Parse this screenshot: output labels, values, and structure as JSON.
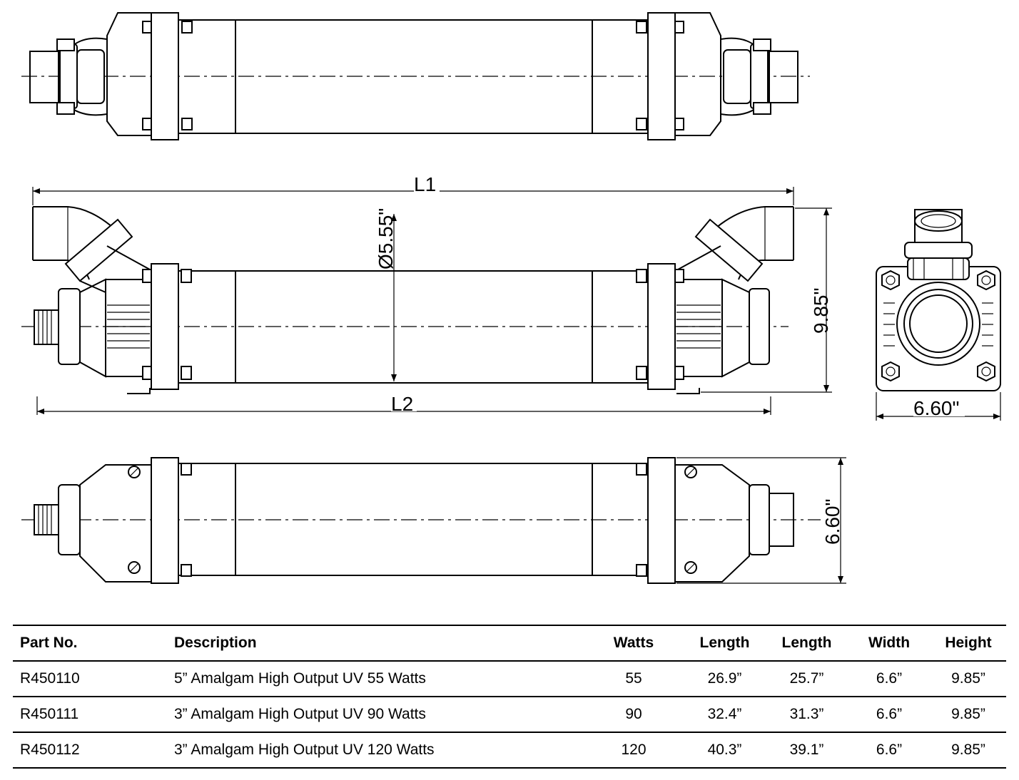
{
  "drawing": {
    "labels": {
      "l1": "L1",
      "l2": "L2",
      "diameter": "Ø5.55\"",
      "height": "9.85\"",
      "width_end": "6.60\"",
      "width_bottom": "6.60\""
    }
  },
  "table": {
    "headers": [
      "Part No.",
      "Description",
      "Watts",
      "Length",
      "Length",
      "Width",
      "Height"
    ],
    "rows": [
      [
        "R450110",
        "5” Amalgam High Output UV 55 Watts",
        "55",
        "26.9”",
        "25.7”",
        "6.6”",
        "9.85”"
      ],
      [
        "R450111",
        "3” Amalgam High Output UV 90 Watts",
        "90",
        "32.4”",
        "31.3”",
        "6.6”",
        "9.85”"
      ],
      [
        "R450112",
        "3” Amalgam High Output UV 120 Watts",
        "120",
        "40.3”",
        "39.1”",
        "6.6”",
        "9.85”"
      ]
    ]
  }
}
